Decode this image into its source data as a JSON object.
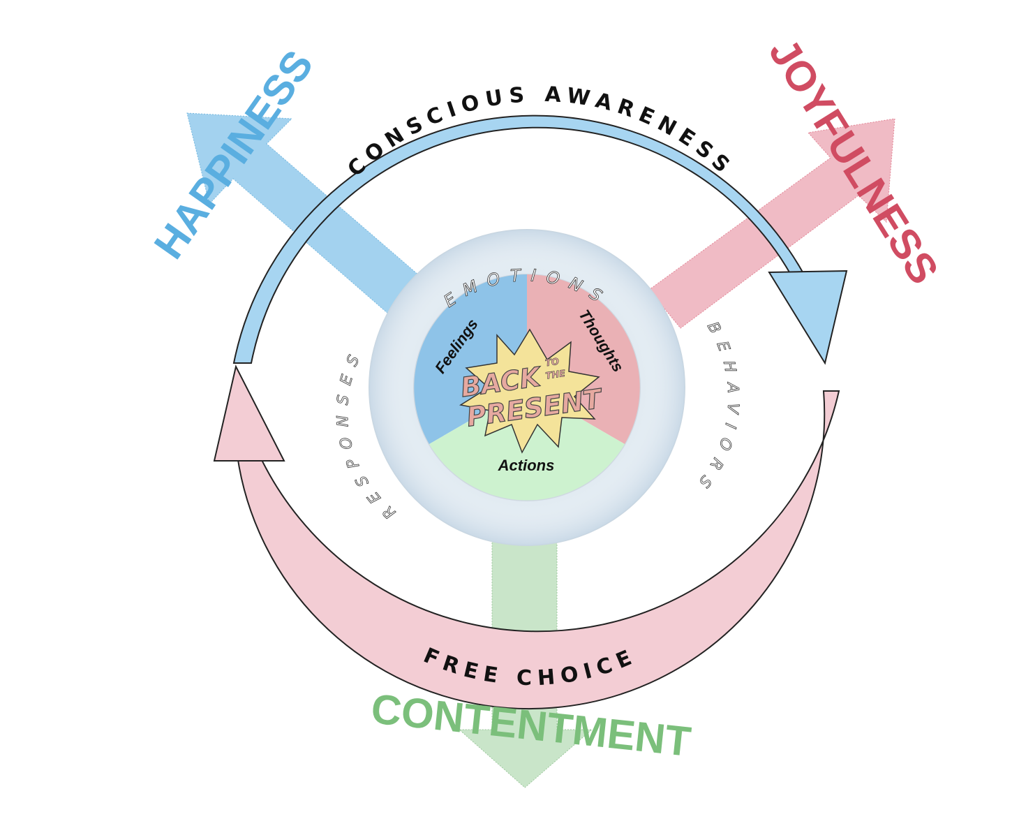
{
  "outcomes": {
    "happiness": "HAPPINESS",
    "joyfulness": "JOYFULNESS",
    "contentment": "CONTENTMENT"
  },
  "outer_ring": {
    "top": "CONSCIOUS AWARENESS",
    "bottom": "FREE CHOICE"
  },
  "inner_ring": {
    "top": "EMOTIONS",
    "right": "BEHAVIORS",
    "left": "RESPONSES"
  },
  "sectors": {
    "feelings": "Feelings",
    "thoughts": "Thoughts",
    "actions": "Actions"
  },
  "center": {
    "line1": "BACK",
    "line2": "PRESENT",
    "small1": "TO",
    "small2": "THE"
  },
  "colors": {
    "blue": "#9fd0ef",
    "blue_dark": "#5aaee0",
    "pink": "#f3cdd4",
    "pink_text": "#d04c62",
    "green": "#bfe0bf",
    "green_text": "#7bbf7b",
    "star": "#f4e39a"
  }
}
